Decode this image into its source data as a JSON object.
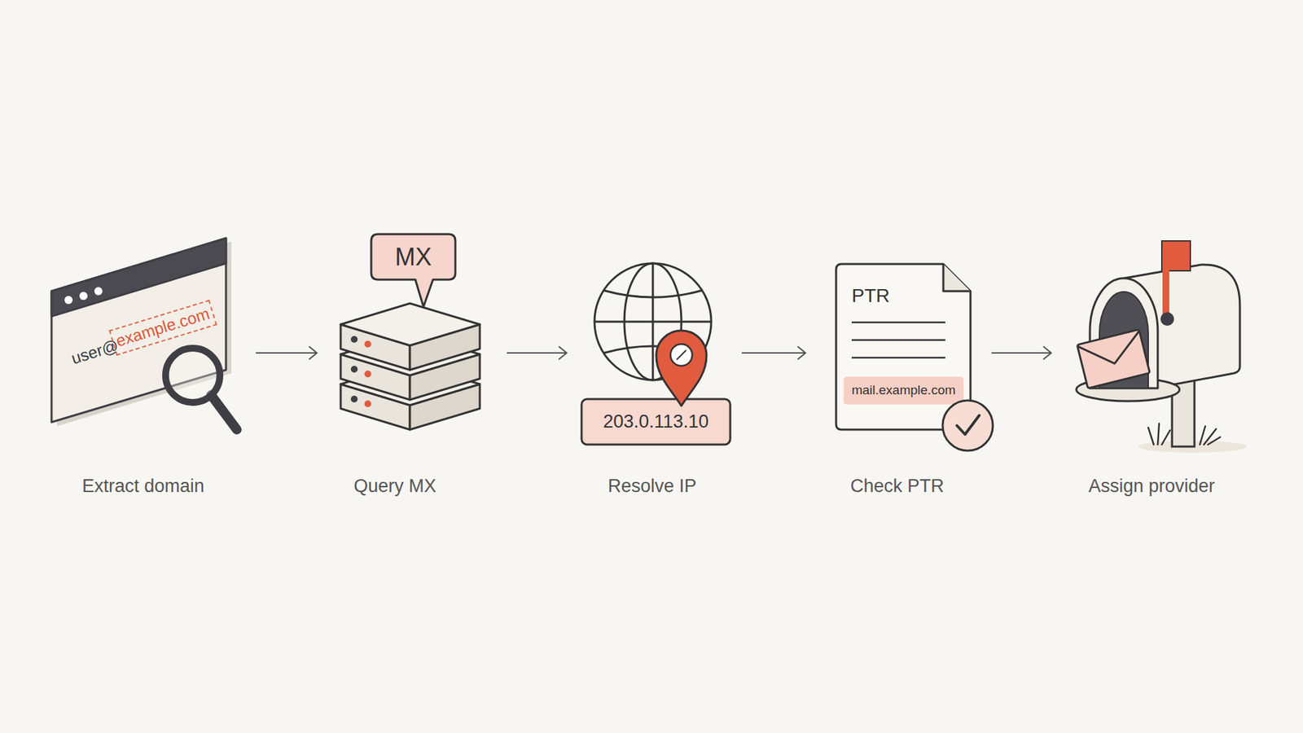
{
  "diagram": {
    "nodes": [
      {
        "text": [
          "user@",
          "example.com",
          "Extract domain"
        ]
      },
      {
        "text": [
          "MX",
          "Query MX"
        ]
      },
      {
        "text": [
          "203.0.113.10",
          "Resolve IP"
        ]
      },
      {
        "text": [
          "PTR",
          "mail.example.com",
          "Check PTR"
        ]
      },
      {
        "text": [
          "Assign provider"
        ]
      }
    ],
    "edges": [
      {
        "from": 0,
        "to": 1,
        "arrow": "to"
      },
      {
        "from": 1,
        "to": 2,
        "arrow": "to"
      },
      {
        "from": 2,
        "to": 3,
        "arrow": "to"
      },
      {
        "from": 3,
        "to": 4,
        "arrow": "to"
      }
    ]
  }
}
